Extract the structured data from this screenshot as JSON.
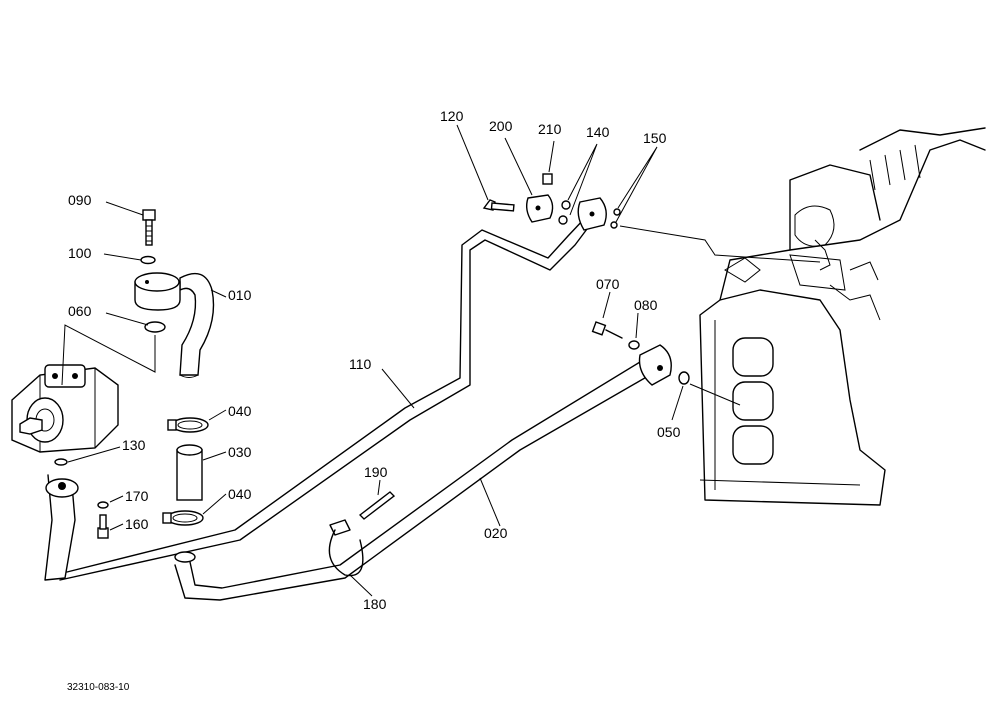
{
  "diagram_code": "32310-083-10",
  "parts": [
    {
      "id": "p090",
      "label": "090"
    },
    {
      "id": "p100",
      "label": "100"
    },
    {
      "id": "p010",
      "label": "010"
    },
    {
      "id": "p060",
      "label": "060"
    },
    {
      "id": "p040a",
      "label": "040"
    },
    {
      "id": "p030",
      "label": "030"
    },
    {
      "id": "p040b",
      "label": "040"
    },
    {
      "id": "p130",
      "label": "130"
    },
    {
      "id": "p170",
      "label": "170"
    },
    {
      "id": "p160",
      "label": "160"
    },
    {
      "id": "p110",
      "label": "110"
    },
    {
      "id": "p190",
      "label": "190"
    },
    {
      "id": "p180",
      "label": "180"
    },
    {
      "id": "p020",
      "label": "020"
    },
    {
      "id": "p120",
      "label": "120"
    },
    {
      "id": "p200",
      "label": "200"
    },
    {
      "id": "p210",
      "label": "210"
    },
    {
      "id": "p140",
      "label": "140"
    },
    {
      "id": "p150",
      "label": "150"
    },
    {
      "id": "p070",
      "label": "070"
    },
    {
      "id": "p080",
      "label": "080"
    },
    {
      "id": "p050",
      "label": "050"
    }
  ]
}
